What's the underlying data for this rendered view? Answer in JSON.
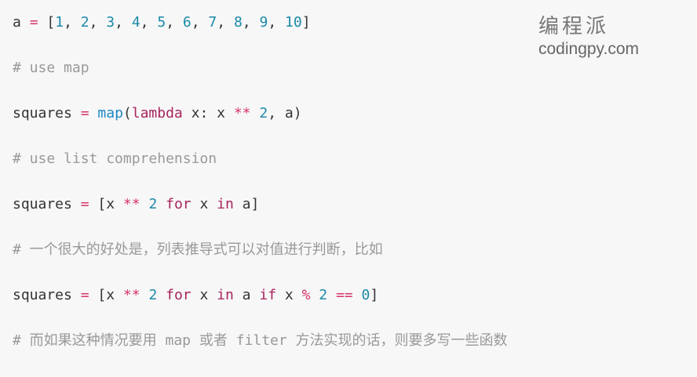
{
  "watermark": {
    "chinese": "编程派",
    "site": "codingpy.com"
  },
  "colors": {
    "operator": "#d6336c",
    "number": "#1c8aa8",
    "keyword": "#a8245e",
    "builtin": "#1f86c4",
    "comment": "#999999",
    "text": "#333333",
    "background": "#f7f7f7"
  },
  "code_lines": [
    [
      [
        "plain",
        "a "
      ],
      [
        "op",
        "="
      ],
      [
        "plain",
        " ["
      ],
      [
        "num",
        "1"
      ],
      [
        "plain",
        ", "
      ],
      [
        "num",
        "2"
      ],
      [
        "plain",
        ", "
      ],
      [
        "num",
        "3"
      ],
      [
        "plain",
        ", "
      ],
      [
        "num",
        "4"
      ],
      [
        "plain",
        ", "
      ],
      [
        "num",
        "5"
      ],
      [
        "plain",
        ", "
      ],
      [
        "num",
        "6"
      ],
      [
        "plain",
        ", "
      ],
      [
        "num",
        "7"
      ],
      [
        "plain",
        ", "
      ],
      [
        "num",
        "8"
      ],
      [
        "plain",
        ", "
      ],
      [
        "num",
        "9"
      ],
      [
        "plain",
        ", "
      ],
      [
        "num",
        "10"
      ],
      [
        "plain",
        "]"
      ]
    ],
    [
      [
        "cm",
        "# use map"
      ]
    ],
    [
      [
        "plain",
        "squares "
      ],
      [
        "op",
        "="
      ],
      [
        "plain",
        " "
      ],
      [
        "fn",
        "map"
      ],
      [
        "plain",
        "("
      ],
      [
        "kw",
        "lambda"
      ],
      [
        "plain",
        " x: x "
      ],
      [
        "op",
        "**"
      ],
      [
        "plain",
        " "
      ],
      [
        "num",
        "2"
      ],
      [
        "plain",
        ", a)"
      ]
    ],
    [
      [
        "cm",
        "# use list comprehension"
      ]
    ],
    [
      [
        "plain",
        "squares "
      ],
      [
        "op",
        "="
      ],
      [
        "plain",
        " [x "
      ],
      [
        "op",
        "**"
      ],
      [
        "plain",
        " "
      ],
      [
        "num",
        "2"
      ],
      [
        "plain",
        " "
      ],
      [
        "kw",
        "for"
      ],
      [
        "plain",
        " x "
      ],
      [
        "kw",
        "in"
      ],
      [
        "plain",
        " a]"
      ]
    ],
    [
      [
        "cm",
        "# 一个很大的好处是，列表推导式可以对值进行判断，比如"
      ]
    ],
    [
      [
        "plain",
        "squares "
      ],
      [
        "op",
        "="
      ],
      [
        "plain",
        " [x "
      ],
      [
        "op",
        "**"
      ],
      [
        "plain",
        " "
      ],
      [
        "num",
        "2"
      ],
      [
        "plain",
        " "
      ],
      [
        "kw",
        "for"
      ],
      [
        "plain",
        " x "
      ],
      [
        "kw",
        "in"
      ],
      [
        "plain",
        " a "
      ],
      [
        "kw",
        "if"
      ],
      [
        "plain",
        " x "
      ],
      [
        "op",
        "%"
      ],
      [
        "plain",
        " "
      ],
      [
        "num",
        "2"
      ],
      [
        "plain",
        " "
      ],
      [
        "op",
        "=="
      ],
      [
        "plain",
        " "
      ],
      [
        "num",
        "0"
      ],
      [
        "plain",
        "]"
      ]
    ],
    [
      [
        "cm",
        "# 而如果这种情况要用 map 或者 filter 方法实现的话，则要多写一些函数"
      ]
    ]
  ]
}
